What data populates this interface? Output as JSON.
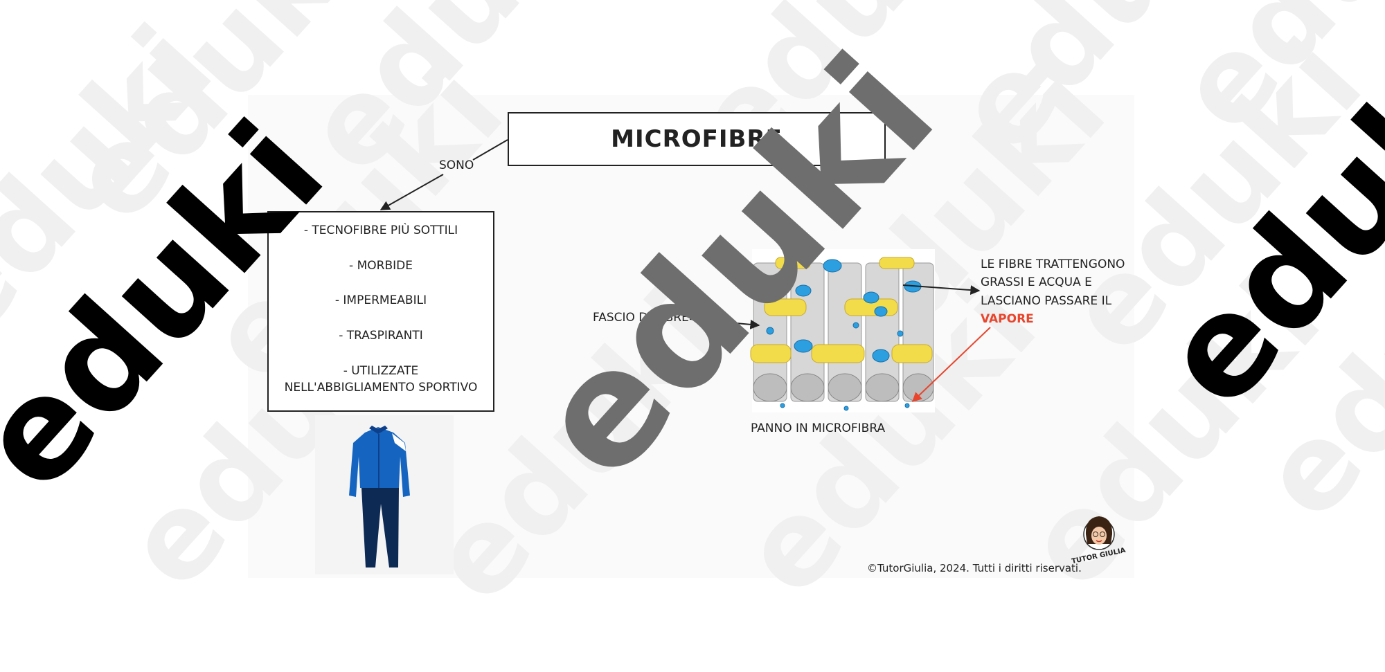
{
  "title": "MICROFIBRE",
  "connector_label": "SONO",
  "properties": [
    "- TECNOFIBRE PIÙ SOTTILI",
    "- MORBIDE",
    "- IMPERMEABILI",
    "- TRASPIRANTI",
    "- UTILIZZATE NELL'ABBIGLIAMENTO SPORTIVO"
  ],
  "fibre_bundle_label": "FASCIO DI FIBRE",
  "cloth_caption": "PANNO IN MICROFIBRA",
  "note": {
    "text": "LE FIBRE TRATTENGONO GRASSI E ACQUA E LASCIANO PASSARE IL",
    "accent_word": "VAPORE"
  },
  "logo_text": "TUTOR GIULIA",
  "copyright": "©TutorGiulia, 2024. Tutti i diritti riservati.",
  "watermark_text": "eduki",
  "colors": {
    "accent": "#e8452c",
    "jacket": "#1565c0",
    "pants": "#0d2a55",
    "watermark_dark": "#000000",
    "watermark_mid": "#6e6e6e",
    "watermark_light": "#efefef",
    "fibre_yellow": "#f2dc4a",
    "droplet": "#2b9fe0"
  }
}
